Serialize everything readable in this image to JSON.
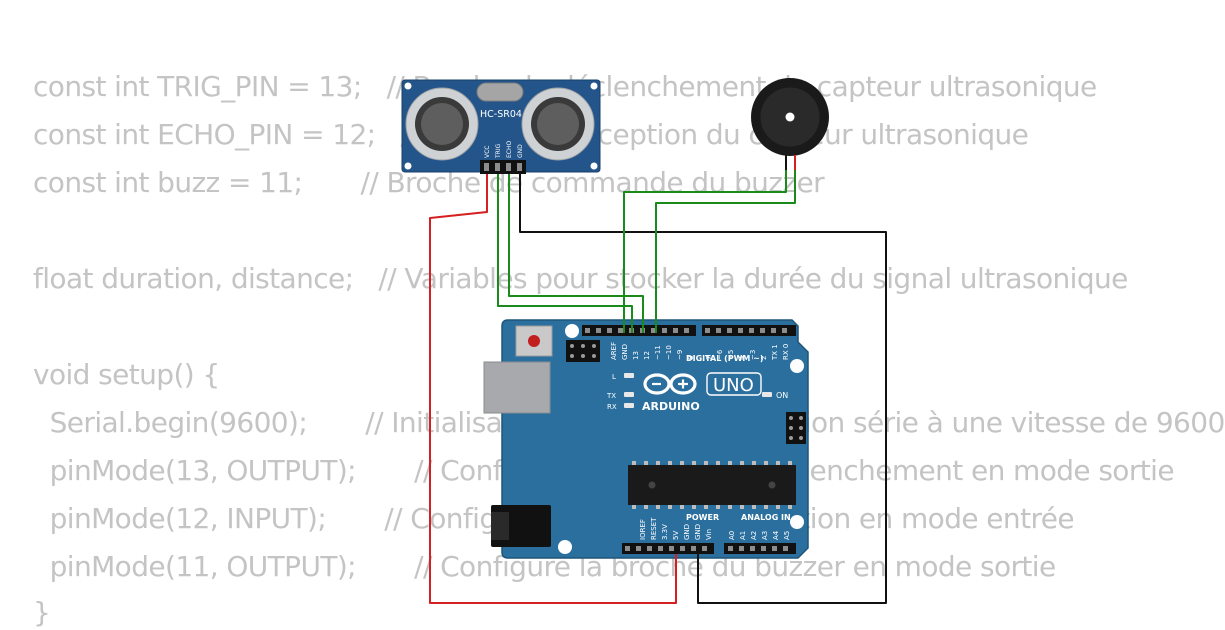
{
  "code_lines": [
    "const int TRIG_PIN = 13;   // Broche de déclenchement du capteur ultrasonique",
    "const int ECHO_PIN = 12;   // Broche de réception du capteur ultrasonique",
    "const int buzz = 11;       // Broche de commande du buzzer",
    "",
    "float duration, distance;   // Variables pour stocker la durée du signal ultrasonique",
    "",
    "void setup() {",
    "  Serial.begin(9600);       // Initialisation de la communication série à une vitesse de 9600",
    "  pinMode(13, OUTPUT);       // Configure la broche de déclenchement en mode sortie",
    "  pinMode(12, INPUT);       // Configure la broche de réception en mode entrée",
    "  pinMode(11, OUTPUT);       // Configure la broche du buzzer en mode sortie",
    "}"
  ],
  "sensor": {
    "model": "HC-SR04",
    "pins": [
      "VCC",
      "TRIG",
      "ECHO",
      "GND"
    ]
  },
  "arduino": {
    "brand": "ARDUINO",
    "model": "UNO",
    "on_label": "ON",
    "l_label": "L",
    "tx_label": "TX",
    "rx_label": "RX",
    "digital_header": "DIGITAL (PWM ~)",
    "digital_pins": [
      "AREF",
      "GND",
      "13",
      "12",
      "~11",
      "~10",
      "~9",
      "8",
      "7",
      "~6",
      "~5",
      "4",
      "~3",
      "2",
      "TX 1",
      "RX 0"
    ],
    "power_header": "POWER",
    "power_pins": [
      "IOREF",
      "RESET",
      "3.3V",
      "5V",
      "GND",
      "GND",
      "Vin"
    ],
    "analog_header": "ANALOG IN",
    "analog_pins": [
      "A0",
      "A1",
      "A2",
      "A3",
      "A4",
      "A5"
    ]
  },
  "colors": {
    "board": "#2b6f9e",
    "board_edge": "#1f5578",
    "wire_red": "#d42020",
    "wire_green": "#1a8a1a",
    "wire_black": "#111111",
    "code_text": "#c4c4c4"
  }
}
